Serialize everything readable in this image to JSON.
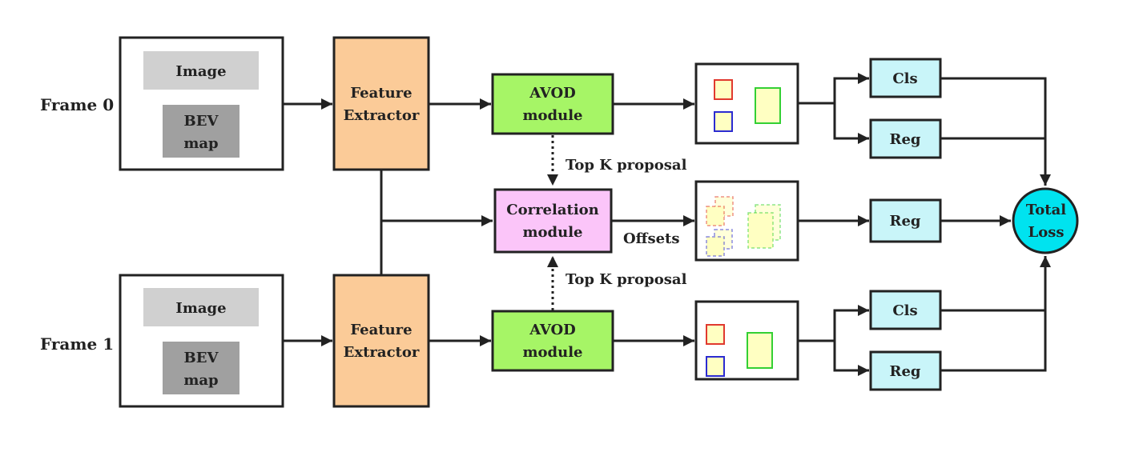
{
  "frames": [
    {
      "label": "Frame 0",
      "inputs": {
        "image": "Image",
        "bev_line1": "BEV",
        "bev_line2": "map"
      },
      "extractor": {
        "line1": "Feature",
        "line2": "Extractor"
      },
      "avod": {
        "line1": "AVOD",
        "line2": "module"
      },
      "heads": {
        "cls": "Cls",
        "reg": "Reg"
      }
    },
    {
      "label": "Frame 1",
      "inputs": {
        "image": "Image",
        "bev_line1": "BEV",
        "bev_line2": "map"
      },
      "extractor": {
        "line1": "Feature",
        "line2": "Extractor"
      },
      "avod": {
        "line1": "AVOD",
        "line2": "module"
      },
      "heads": {
        "cls": "Cls",
        "reg": "Reg"
      }
    }
  ],
  "correlation": {
    "line1": "Correlation",
    "line2": "module",
    "reg": "Reg",
    "edge_label": "Offsets"
  },
  "proposal_labels": {
    "top": "Top K proposal",
    "bottom": "Top K proposal"
  },
  "loss": {
    "line1": "Total",
    "line2": "Loss"
  },
  "colors": {
    "image_box": "#d0d0d0",
    "bev_box": "#a0a0a0",
    "extractor": "#fbcb98",
    "avod": "#a6f566",
    "correlation": "#fbc5f9",
    "heads": "#c9f5f9",
    "loss": "#00e3ef",
    "det_red": "#e0392e",
    "det_blue": "#2b2bd1",
    "det_green": "#33d033",
    "det_fill": "#ffffc2"
  }
}
